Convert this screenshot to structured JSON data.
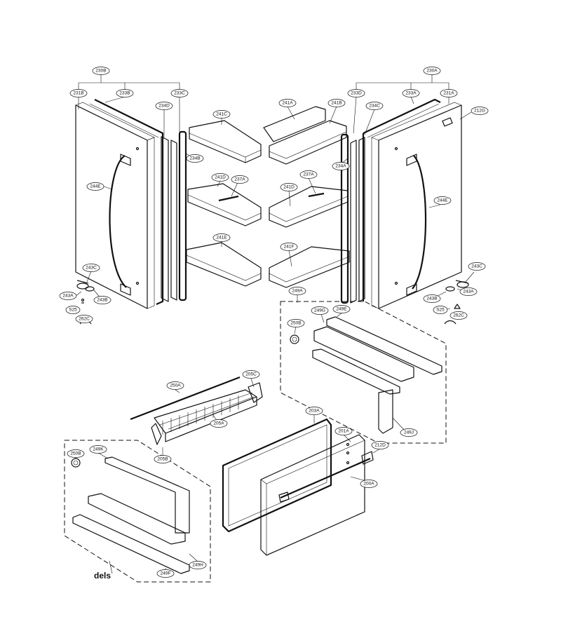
{
  "labels": {
    "230B": "230B",
    "231B": "231B",
    "233B": "233B",
    "233C": "233C",
    "234D": "234D",
    "234B": "234B",
    "244E_left": "244E",
    "243C_left": "243C",
    "243A_left": "243A",
    "243B_left": "243B",
    "S25_left": "S25",
    "262C_left": "262C",
    "241C": "241C",
    "241D_left": "241D",
    "237A_left": "237A",
    "241E": "241E",
    "241A": "241A",
    "241B": "241B",
    "237A_right": "237A",
    "241D_right": "241D",
    "241F": "241F",
    "249A": "249A",
    "230A": "230A",
    "233D": "233D",
    "234C": "234C",
    "233A": "233A",
    "231A": "231A",
    "212G": "212G",
    "234A": "234A",
    "244E_right": "244E",
    "243C_right": "243C",
    "243A_right": "243A",
    "243B_right": "243B",
    "S25_right": "S25",
    "262C_right": "262C",
    "249G": "249G",
    "249E": "249E",
    "250B_right": "250B",
    "249J": "249J",
    "250A": "250A",
    "205C": "205C",
    "205A": "205A",
    "205B": "205B",
    "203A": "203A",
    "201A": "201A",
    "212D": "212D",
    "200A": "200A",
    "250B_left": "250B",
    "249K": "249K",
    "249H": "249H",
    "249F": "249F"
  },
  "stamp_text": "dels",
  "colors": {
    "line": "#111111",
    "background": "#ffffff"
  }
}
